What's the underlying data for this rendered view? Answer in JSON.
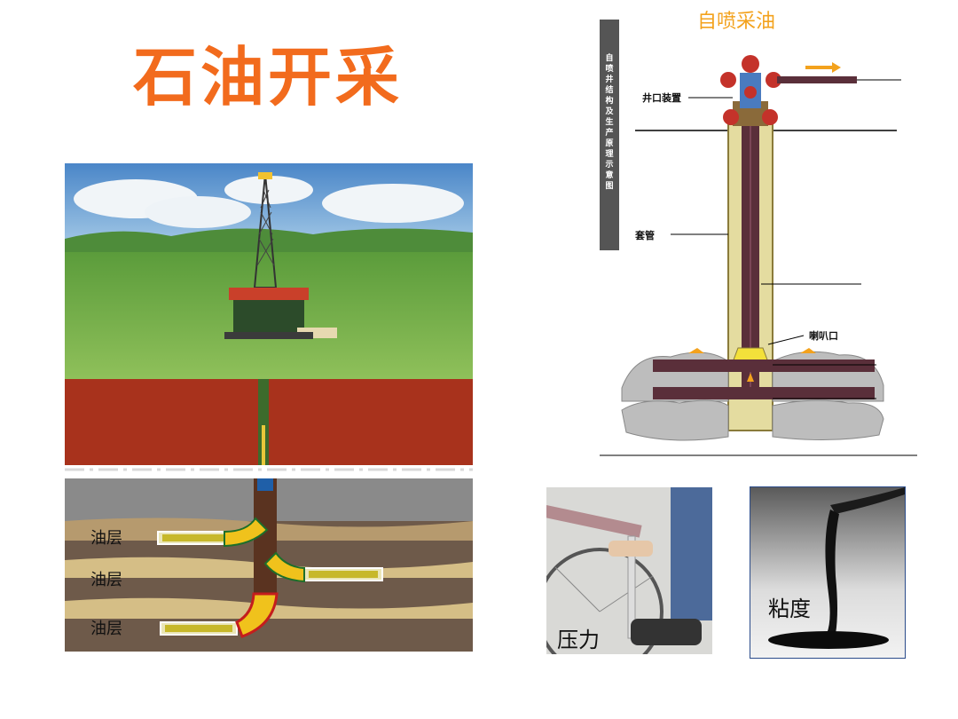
{
  "slide": {
    "title": "石油开采",
    "subtitle": "自喷采油"
  },
  "well_diagram": {
    "vertical_title": "自喷井结构及生产原理示意图",
    "labels": {
      "wellhead": "井口装置",
      "casing": "套管",
      "nozzle": "喇叭口"
    }
  },
  "reservoir": {
    "layers": [
      "油层",
      "油层",
      "油层"
    ]
  },
  "photos": {
    "pump_caption": "压力",
    "viscosity_caption": "粘度"
  },
  "colors": {
    "title": "#f26b1d",
    "subtitle": "#f3a21d"
  }
}
